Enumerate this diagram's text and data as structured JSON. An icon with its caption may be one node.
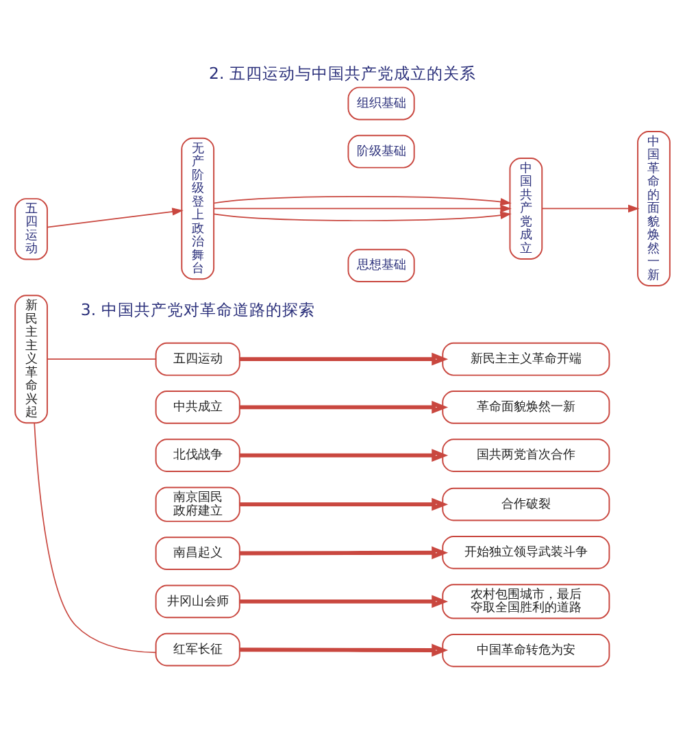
{
  "diagram": {
    "title": "2. 五四运动与中国共产党成立的关系",
    "nodes": [
      {
        "text": [
          "五四运动"
        ]
      },
      {
        "text": [
          "无产阶级登上政治舞台"
        ]
      },
      {
        "text": [
          "思想基础"
        ]
      },
      {
        "text": [
          "组织基础"
        ]
      },
      {
        "text": [
          "阶级基础"
        ]
      },
      {
        "text": [
          "中国共产党成立"
        ]
      },
      {
        "text": [
          "中国革命的面貌焕然一新"
        ]
      },
      {
        "text": [
          "新民主主义革命兴起"
        ]
      },
      {
        "text": [
          "五四运动"
        ]
      },
      {
        "text": [
          "中共成立"
        ]
      },
      {
        "text": [
          "北伐战争"
        ]
      },
      {
        "text": [
          "南京国民政府建立"
        ]
      },
      {
        "text": [
          "南昌起义"
        ]
      },
      {
        "text": [
          "井冈山会师"
        ]
      },
      {
        "text": [
          "红军长征"
        ]
      },
      {
        "text": [
          "新民主主义革命开端"
        ]
      },
      {
        "text": [
          "革命面貌焕然一新"
        ]
      },
      {
        "text": [
          "国共两党首次合作"
        ]
      },
      {
        "text": [
          "合作破裂"
        ]
      },
      {
        "text": [
          "开始独立领导武装斗争"
        ]
      },
      {
        "text": [
          "农村包围城市，最后夺取全国胜利的道路"
        ]
      },
      {
        "text": [
          "中国革命转危为安"
        ]
      }
    ],
    "edges": [
      {
        "from": 0,
        "to": 1,
        "arrow": "to"
      },
      {
        "from": 1,
        "to": 5,
        "arrow": "to"
      },
      {
        "from": 1,
        "to": 5,
        "arrow": "to"
      },
      {
        "from": 1,
        "to": 5,
        "arrow": "to"
      },
      {
        "from": 5,
        "to": 6,
        "arrow": "to"
      },
      {
        "from": 7,
        "to": 8,
        "arrow": "none"
      },
      {
        "from": 7,
        "to": 14,
        "arrow": "none"
      },
      {
        "from": 8,
        "to": 15,
        "arrow": "to",
        "style": "thick"
      },
      {
        "from": 9,
        "to": 16,
        "arrow": "to",
        "style": "thick"
      },
      {
        "from": 10,
        "to": 17,
        "arrow": "to",
        "style": "thick"
      },
      {
        "from": 11,
        "to": 18,
        "arrow": "to",
        "style": "thick"
      },
      {
        "from": 12,
        "to": 19,
        "arrow": "to",
        "style": "thick"
      },
      {
        "from": 13,
        "to": 20,
        "arrow": "to",
        "style": "thick"
      },
      {
        "from": 14,
        "to": 21,
        "arrow": "to",
        "style": "thick"
      }
    ],
    "labels": [
      "3. 中国共产党对革命道路的探索"
    ]
  }
}
